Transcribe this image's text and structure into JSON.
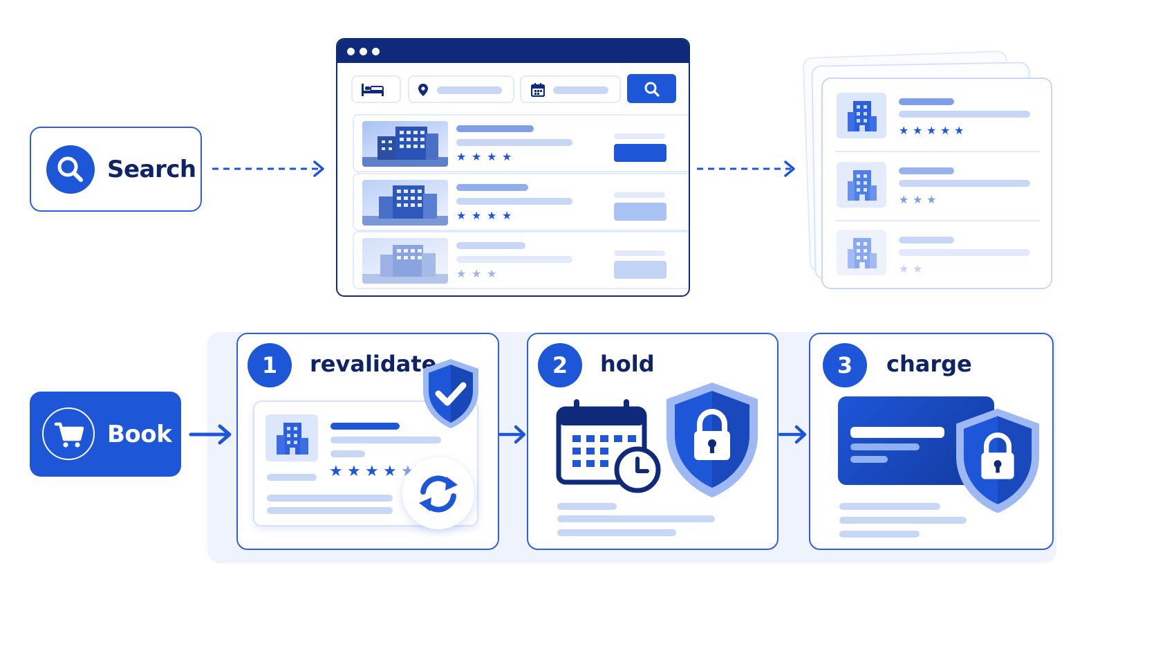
{
  "search": {
    "label": "Search",
    "icon": "search-icon"
  },
  "book": {
    "label": "Book",
    "icon": "cart-icon"
  },
  "browser": {
    "filters": {
      "hotel_icon": "bed-icon",
      "location_icon": "location-pin-icon",
      "dates_icon": "calendar-icon",
      "search_icon": "search-icon"
    },
    "results": [
      {
        "stars": 4
      },
      {
        "stars": 4
      },
      {
        "stars": 3
      }
    ]
  },
  "result_list": {
    "items": [
      {
        "stars": 5
      },
      {
        "stars": 3
      },
      {
        "stars": 2
      }
    ]
  },
  "steps": [
    {
      "number": "1",
      "label": "revalidate",
      "icons": [
        "shield-check-icon",
        "refresh-icon",
        "building-icon"
      ],
      "stars": 4.5
    },
    {
      "number": "2",
      "label": "hold",
      "icons": [
        "calendar-clock-icon",
        "shield-lock-icon"
      ]
    },
    {
      "number": "3",
      "label": "charge",
      "icons": [
        "credit-card-icon",
        "shield-lock-icon"
      ]
    }
  ],
  "colors": {
    "primary": "#1e56d8",
    "dark": "#0f2a7a",
    "light": "#e8eefc"
  }
}
